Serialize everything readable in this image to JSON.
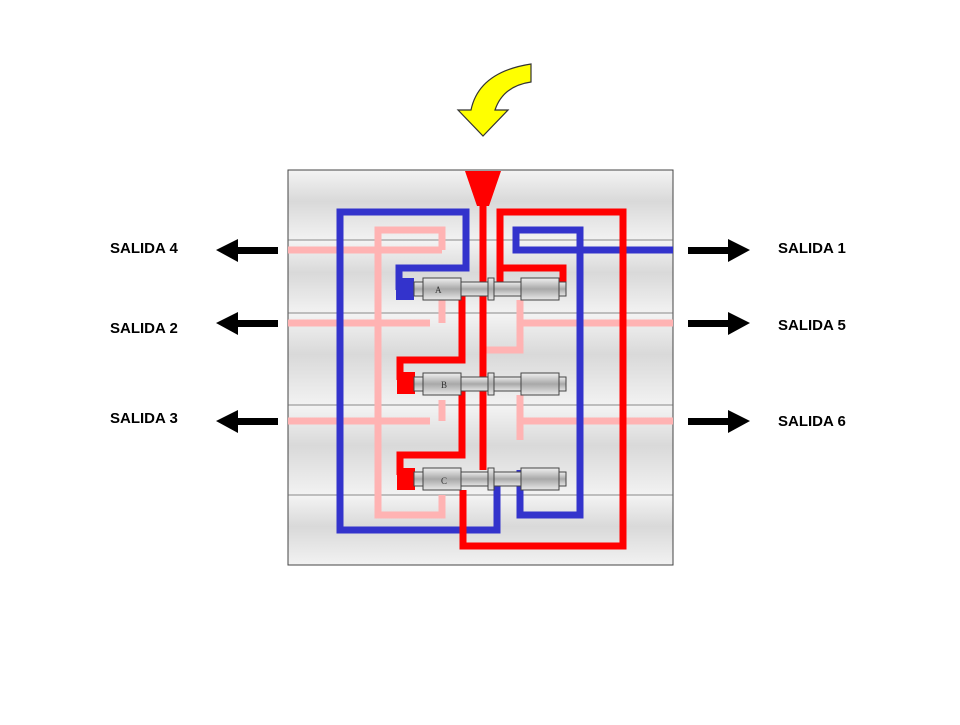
{
  "diagram": {
    "outputs": {
      "left": [
        "SALIDA 4",
        "SALIDA 2",
        "SALIDA 3"
      ],
      "right": [
        "SALIDA 1",
        "SALIDA 5",
        "SALIDA 6"
      ]
    },
    "valves": [
      "A",
      "B",
      "C"
    ],
    "colors": {
      "inlet_arrow": "#ffff00",
      "pressure_line": "#ff0000",
      "return_line": "#3333cc",
      "idle_line": "#ffb3b3",
      "valve_body": "#c8c8c8",
      "block_body": "#e0e0e0"
    }
  }
}
